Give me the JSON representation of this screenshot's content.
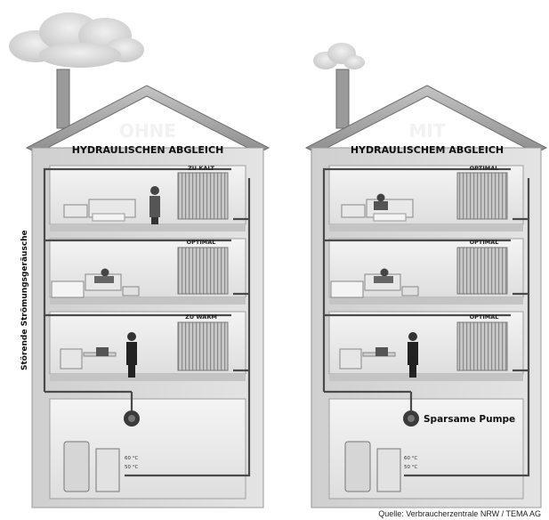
{
  "left": {
    "title_top": "OHNE",
    "title_bottom": "HYDRAULISCHEN ABGLEICH",
    "floor_labels": [
      "ZU KALT",
      "OPTIMAL",
      "ZU WARM"
    ],
    "side_label": "Störende Strömungsgeräusche",
    "temps": [
      "60 °C",
      "50 °C"
    ]
  },
  "right": {
    "title_top": "MIT",
    "title_bottom": "HYDRAULISCHEM ABGLEICH",
    "floor_labels": [
      "OPTIMAL",
      "OPTIMAL",
      "OPTIMAL"
    ],
    "pump_label": "Sparsame Pumpe",
    "temps": [
      "60 °C",
      "50 °C"
    ]
  },
  "source": "Quelle: Verbraucherzentrale NRW / TEMA AG",
  "colors": {
    "roof": "#a8a8a8",
    "wall": "#d9d9d9",
    "floor_room": "#ececec",
    "pipe": "#4a4a4a",
    "radiator": "#bdbdbd",
    "cloud": "#dcdcdc"
  }
}
